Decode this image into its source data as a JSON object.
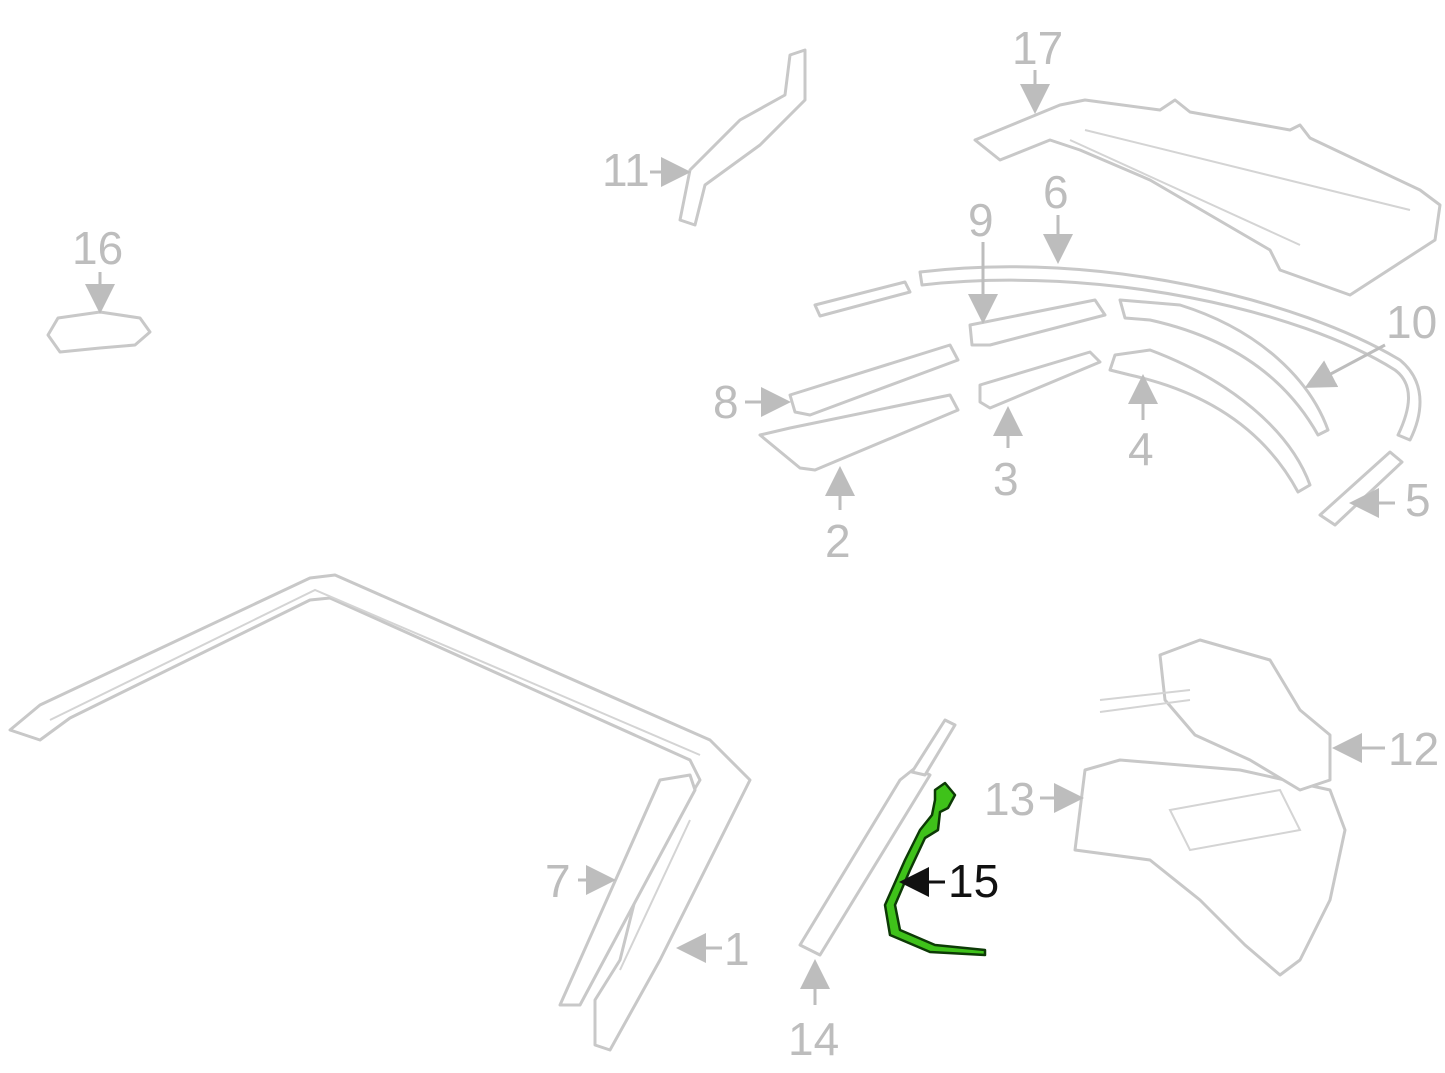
{
  "diagram": {
    "highlighted_part": "15",
    "highlight_color": "#3fc21a",
    "labels": {
      "p1": "1",
      "p2": "2",
      "p3": "3",
      "p4": "4",
      "p5": "5",
      "p6": "6",
      "p7": "7",
      "p8": "8",
      "p9": "9",
      "p10": "10",
      "p11": "11",
      "p12": "12",
      "p13": "13",
      "p14": "14",
      "p15": "15",
      "p16": "16",
      "p17": "17"
    }
  }
}
